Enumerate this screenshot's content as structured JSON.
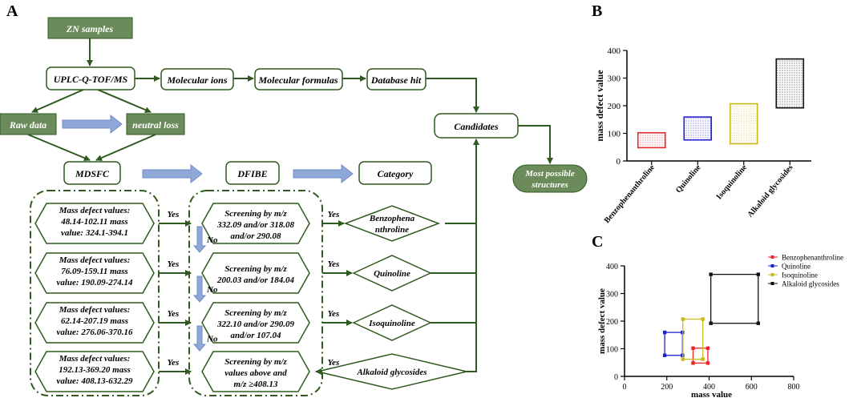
{
  "panels": {
    "a": "A",
    "b": "B",
    "c": "C"
  },
  "flow": {
    "zn_samples": "ZN samples",
    "uplc": "UPLC-Q-TOF/MS",
    "molecular_ions": "Molecular ions",
    "molecular_formulas": "Molecular formulas",
    "database_hit": "Database hit",
    "raw_data": "Raw data",
    "neutral_loss": "neutral loss",
    "candidates": "Candidates",
    "most_possible": [
      "Most possible",
      "structures"
    ],
    "mdsfc": "MDSFC",
    "dfibe": "DFIBE",
    "category": "Category",
    "yes": "Yes",
    "no": "No",
    "mdsfc_items": [
      [
        "Mass defect values:",
        "48.14-102.11  mass",
        "value:  324.1-394.1"
      ],
      [
        "Mass defect values:",
        "76.09-159.11  mass",
        "value:  190.09-274.14"
      ],
      [
        "Mass defect values:",
        "62.14-207.19  mass",
        "value:  276.06-370.16"
      ],
      [
        "Mass defect values:",
        "192.13-369.20  mass",
        "value:  408.13-632.29"
      ]
    ],
    "dfibe_items": [
      [
        "Screening by m/z",
        "332.09 and/or 318.08",
        "and/or 290.08"
      ],
      [
        "Screening by m/z",
        "200.03 and/or 184.04"
      ],
      [
        "Screening by m/z",
        "322.10 and/or 290.09",
        "and/or 107.04"
      ],
      [
        "Screening by m/z",
        "values above and",
        "m/z ≥408.13"
      ]
    ],
    "categories": [
      [
        "Benzophena",
        "nthroline"
      ],
      [
        "Quinoline"
      ],
      [
        "Isoquinoline"
      ],
      [
        "Alkaloid glycosides"
      ]
    ]
  },
  "chart_data": [
    {
      "type": "bar",
      "panel": "B",
      "categories": [
        "Benzophenanthroline",
        "Quinoline",
        "Isoquinoline",
        "Alkaloid glycosides"
      ],
      "ranges": [
        [
          48.14,
          102.11
        ],
        [
          76.09,
          159.11
        ],
        [
          62.14,
          207.19
        ],
        [
          192.13,
          369.2
        ]
      ],
      "xlabel": "",
      "ylabel": "mass defect value",
      "ylim": [
        0,
        400
      ],
      "yticks": [
        "0",
        "100",
        "200",
        "300",
        "400"
      ],
      "colors": [
        "#e8262a",
        "#1f1fd1",
        "#c9b81e",
        "#111111"
      ]
    },
    {
      "type": "scatter",
      "panel": "C",
      "series": [
        {
          "name": "Benzophenanthroline",
          "color": "#e8262a",
          "rect": [
            [
              324.1,
              394.1
            ],
            [
              48.14,
              102.11
            ]
          ]
        },
        {
          "name": "Quinoline",
          "color": "#1f1fd1",
          "rect": [
            [
              190.09,
              274.14
            ],
            [
              76.09,
              159.11
            ]
          ]
        },
        {
          "name": "Isoquinoline",
          "color": "#c9b81e",
          "rect": [
            [
              276.06,
              370.16
            ],
            [
              62.14,
              207.19
            ]
          ]
        },
        {
          "name": "Alkaloid glycosides",
          "color": "#111111",
          "rect": [
            [
              408.13,
              632.29
            ],
            [
              192.13,
              369.2
            ]
          ]
        }
      ],
      "xlabel": "mass value",
      "ylabel": "mass defect value",
      "xlim": [
        0,
        800
      ],
      "ylim": [
        0,
        400
      ],
      "xticks": [
        "0",
        "200",
        "400",
        "600",
        "800"
      ],
      "yticks": [
        "0",
        "100",
        "200",
        "300",
        "400"
      ],
      "legend": "top-right"
    }
  ]
}
